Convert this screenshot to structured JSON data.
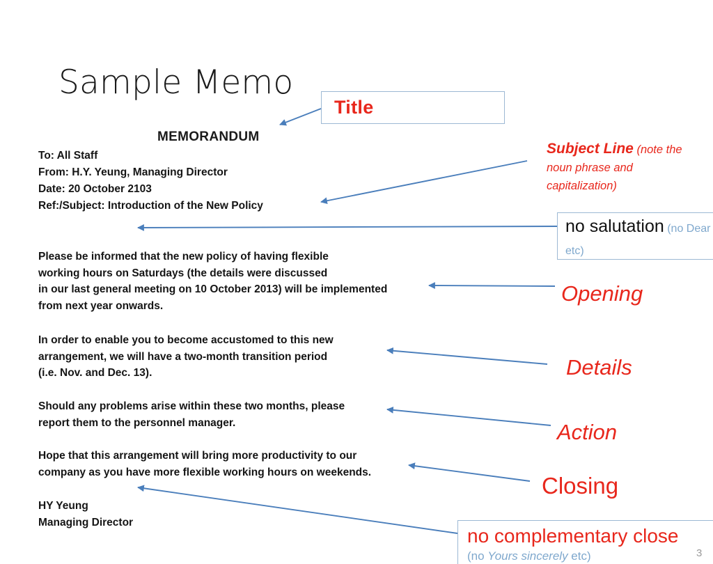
{
  "slide": {
    "title": "Sample Memo",
    "page_number": "3",
    "accent_red": "#e8271c",
    "arrow_blue": "#4a7ebb",
    "box_border_blue": "#9cb8d4",
    "light_blue_text": "#7fa8cd"
  },
  "memo": {
    "heading": "MEMORANDUM",
    "header_lines": [
      "To: All Staff",
      "From: H.Y. Yeung, Managing Director",
      "Date: 20 October 2103",
      "Ref:/Subject: Introduction of the New Policy"
    ],
    "paragraphs": [
      "Please be informed that the new policy of having flexible\nworking hours on Saturdays (the details were discussed\nin our last general meeting on 10 October 2013) will be implemented\nfrom next year onwards.",
      "In order to enable you to become accustomed to this new\narrangement, we will have a two-month transition period\n(i.e. Nov. and Dec. 13).",
      "Should any problems arise within these two months, please\nreport them to the personnel manager.",
      "Hope that this arrangement will bring more productivity to our\ncompany as you have more flexible working hours on weekends."
    ],
    "signature": "HY Yeung\nManaging Director"
  },
  "annotations": {
    "title_box": {
      "label": "Title"
    },
    "subject_line": {
      "strong": "Subject Line",
      "note": " (note the\nnoun phrase and\ncapitalization)"
    },
    "salutation_box": {
      "main": "no salutation",
      "note": " (no Dear Sir etc)"
    },
    "opening": "Opening",
    "details": "Details",
    "action": "Action",
    "closing": "Closing",
    "close_box": {
      "main": "no complementary close",
      "note_before": "(no ",
      "note_italic": "Yours sincerely",
      "note_after": " etc)"
    }
  }
}
